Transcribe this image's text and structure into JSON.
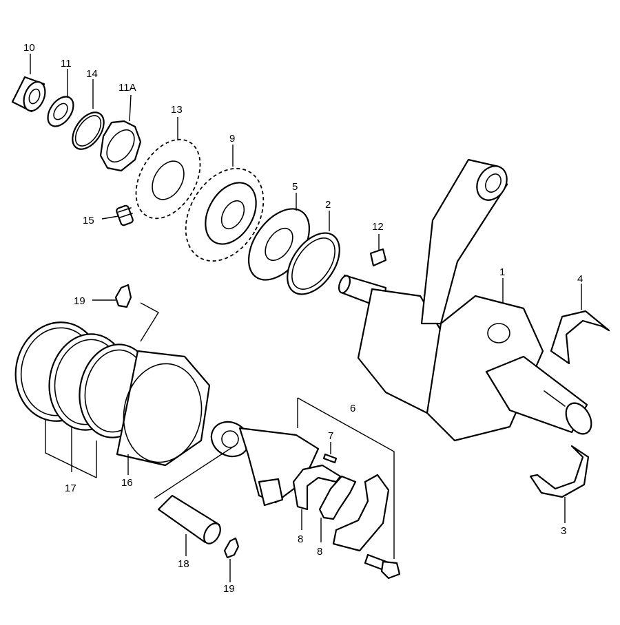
{
  "callouts": {
    "c1": "1",
    "c2": "2",
    "c3": "3",
    "c4": "4",
    "c5": "5",
    "c6": "6",
    "c7": "7",
    "c8a": "8",
    "c8b": "8",
    "c9": "9",
    "c10": "10",
    "c11": "11",
    "c11a": "11A",
    "c12": "12",
    "c13": "13",
    "c14": "14",
    "c15": "15",
    "c16": "16",
    "c17": "17",
    "c18": "18",
    "c19a": "19",
    "c19b": "19"
  },
  "colors": {
    "ink": "#000000",
    "paper": "#ffffff"
  }
}
